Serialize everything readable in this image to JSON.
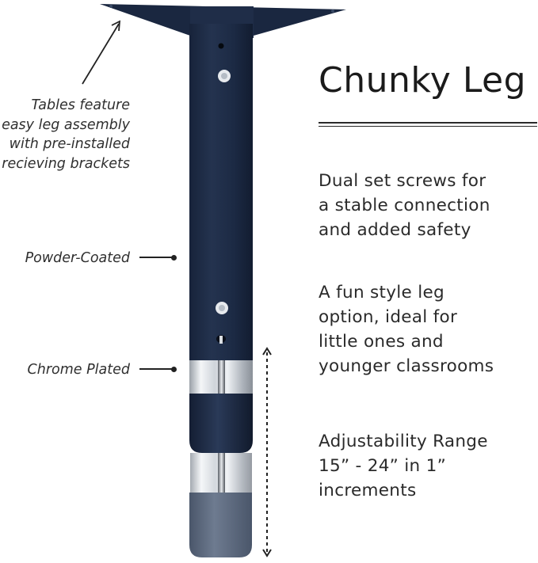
{
  "title": "Chunky Leg",
  "callouts": {
    "brackets": "Tables feature\neasy leg assembly\nwith pre-installed\nrecieving brackets",
    "powder": "Powder-Coated",
    "chrome": "Chrome Plated"
  },
  "features": {
    "screws": "Dual set screws for\na stable connection\nand added safety",
    "fun": "A fun style leg\noption, ideal for\nlittle ones and\nyounger classrooms",
    "adjust": "Adjustability Range\n15” - 24” in 1” increments"
  },
  "colors": {
    "leg": "#1e2c45",
    "foot": "#5d6b80",
    "chrome": "#c9ced4"
  }
}
